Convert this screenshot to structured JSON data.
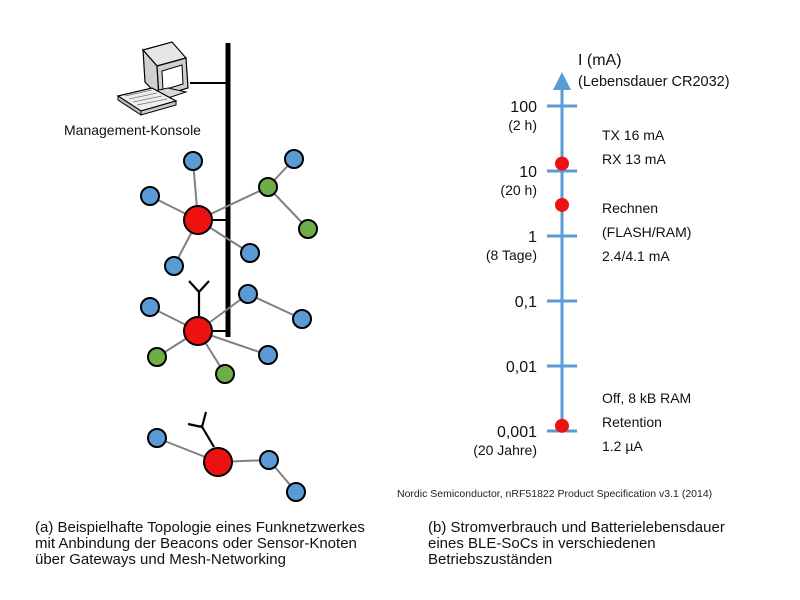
{
  "network": {
    "console_label": "Management-Konsole",
    "colors": {
      "gateway": "#ee1111",
      "beacon": "#5b9bd5",
      "sensor": "#70ad47",
      "backbone": "#000000",
      "link": "#808080"
    }
  },
  "power_scale": {
    "axis_title": "I (mA)",
    "axis_subtitle": "(Lebensdauer CR2032)",
    "axis_color": "#5b9bd5",
    "marker_color": "#ee1111",
    "ticks": [
      {
        "value": "100",
        "lifetime": "(2 h)"
      },
      {
        "value": "10",
        "lifetime": "(20 h)"
      },
      {
        "value": "1",
        "lifetime": "(8 Tage)"
      },
      {
        "value": "0,1",
        "lifetime": ""
      },
      {
        "value": "0,01",
        "lifetime": ""
      },
      {
        "value": "0,001",
        "lifetime": "(20 Jahre)"
      }
    ],
    "states": [
      {
        "lines": [
          "TX 16 mA",
          "RX 13 mA"
        ],
        "current_mA": 13
      },
      {
        "lines": [
          "Rechnen",
          "(FLASH/RAM)",
          "2.4/4.1 mA"
        ],
        "current_mA": 3
      },
      {
        "lines": [
          "Off, 8 kB RAM",
          "Retention",
          "1.2 µA"
        ],
        "current_mA": 0.0012
      }
    ]
  },
  "source": "Nordic Semiconductor, nRF51822 Product Specification v3.1 (2014)",
  "captions": {
    "left": [
      "(a) Beispielhafte Topologie eines Funknetzwerkes",
      "mit Anbindung der Beacons oder Sensor-Knoten",
      "über Gateways und Mesh-Networking"
    ],
    "right": [
      "(b) Stromverbrauch und Batterielebensdauer",
      "eines BLE-SoCs in verschiedenen",
      "Betriebszuständen"
    ]
  }
}
